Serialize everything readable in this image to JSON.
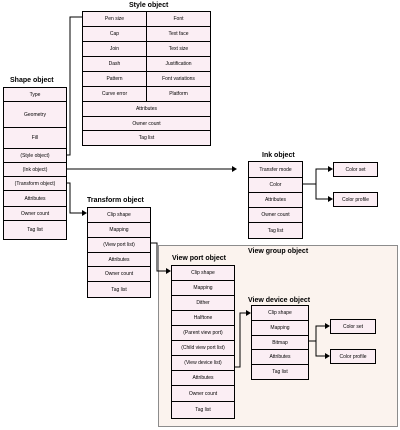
{
  "view_group_region_title": "View group object",
  "shape_object": {
    "title": "Shape object",
    "rows": [
      "Type",
      "Geometry",
      "Fill",
      "(Style object)",
      "(Ink object)",
      "(Transform object)",
      "Attributes",
      "Owner count",
      "Tag list"
    ]
  },
  "style_object": {
    "title": "Style object",
    "left_rows": [
      "Pen size",
      "Cap",
      "Join",
      "Dash",
      "Pattern",
      "Curve error"
    ],
    "right_rows": [
      "Font",
      "Text face",
      "Text size",
      "Justification",
      "Font variations",
      "Platform"
    ],
    "rows": [
      "Attributes",
      "Owner count",
      "Tag list"
    ]
  },
  "ink_object": {
    "title": "Ink object",
    "rows": [
      "Transfer mode",
      "Color",
      "Attributes",
      "Owner count",
      "Tag list"
    ]
  },
  "ink_color_set": "Color set",
  "ink_color_profile": "Color profile",
  "transform_object": {
    "title": "Transform object",
    "rows": [
      "Clip shape",
      "Mapping",
      "(View port list)",
      "Attributes",
      "Owner count",
      "Tag list"
    ]
  },
  "view_port_object": {
    "title": "View port object",
    "rows": [
      "Clip shape",
      "Mapping",
      "Dither",
      "Halftone",
      "(Parent view port)",
      "(Child view port list)",
      "(View device list)",
      "Attributes",
      "Owner count",
      "Tag list"
    ]
  },
  "view_device_object": {
    "title": "View device object",
    "rows": [
      "Clip shape",
      "Mapping",
      "Bitmap",
      "Attributes",
      "Tag list"
    ]
  },
  "device_color_set": "Color set",
  "device_color_profile": "Color profile"
}
